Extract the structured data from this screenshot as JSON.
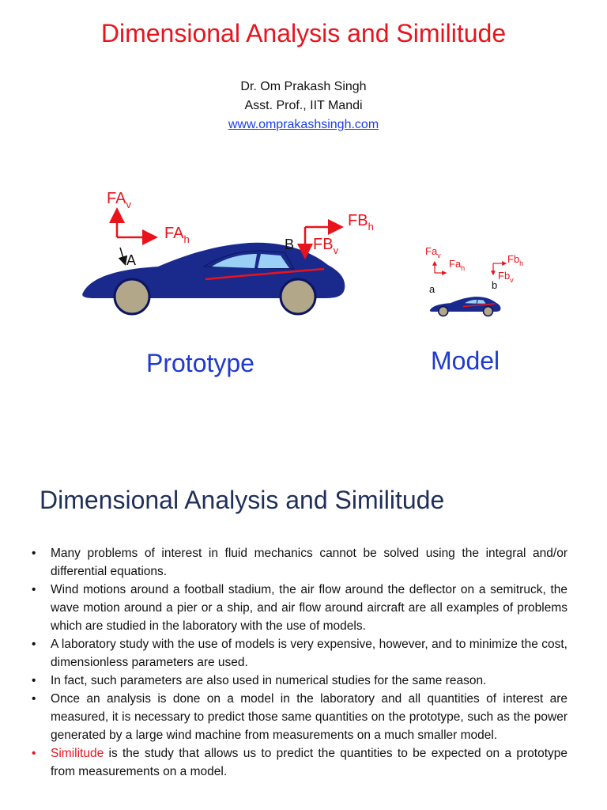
{
  "slide1": {
    "title": "Dimensional Analysis and Similitude",
    "author_name": "Dr. Om Prakash Singh",
    "author_role": "Asst. Prof., IIT Mandi",
    "author_link": "www.omprakashsingh.com",
    "figure": {
      "prototype_label": "Prototype",
      "model_label": "Model",
      "prototype_forces": {
        "fa_main": "FA",
        "fa_v_sub": "v",
        "fa_h_sub": "h",
        "fb_main": "FB",
        "fb_h_sub": "h",
        "fb_v_sub": "v",
        "point_a": "A",
        "point_b": "B"
      },
      "model_forces": {
        "fa_main": "Fa",
        "fa_v_sub": "v",
        "fa_h_sub": "h",
        "fb_main": "Fb",
        "fb_h_sub": "h",
        "fb_v_sub": "v",
        "point_a": "a",
        "point_b": "b"
      },
      "colors": {
        "car_body": "#1a2a8c",
        "wheel": "#b3a78a",
        "arrow": "#e8141c",
        "label": "#1f3ad0"
      }
    }
  },
  "slide2": {
    "title": "Dimensional Analysis and Similitude",
    "bullets": [
      {
        "text": "Many problems of interest in fluid mechanics cannot be solved using the integral and/or differential equations."
      },
      {
        "text": "Wind motions around a football stadium, the air flow around the deflector on a semitruck, the wave motion around a pier or a ship, and air flow around aircraft are all examples of problems which are studied in the laboratory with the use of models."
      },
      {
        "text": "A laboratory study with the use of models is very expensive, however, and to minimize the cost, dimensionless parameters are used."
      },
      {
        "text": "In fact, such parameters are also used in numerical studies for the same reason."
      },
      {
        "text": "Once an analysis is done on a model in the laboratory and all quantities of interest are measured, it is necessary to predict those same quantities on the prototype, such as the power generated by a large wind machine from measurements on a much smaller model."
      },
      {
        "highlight": "Similitude",
        "text": " is the study that allows us to predict the quantities to be expected on a prototype from measurements on a model."
      }
    ],
    "bullet_symbol": "•"
  }
}
